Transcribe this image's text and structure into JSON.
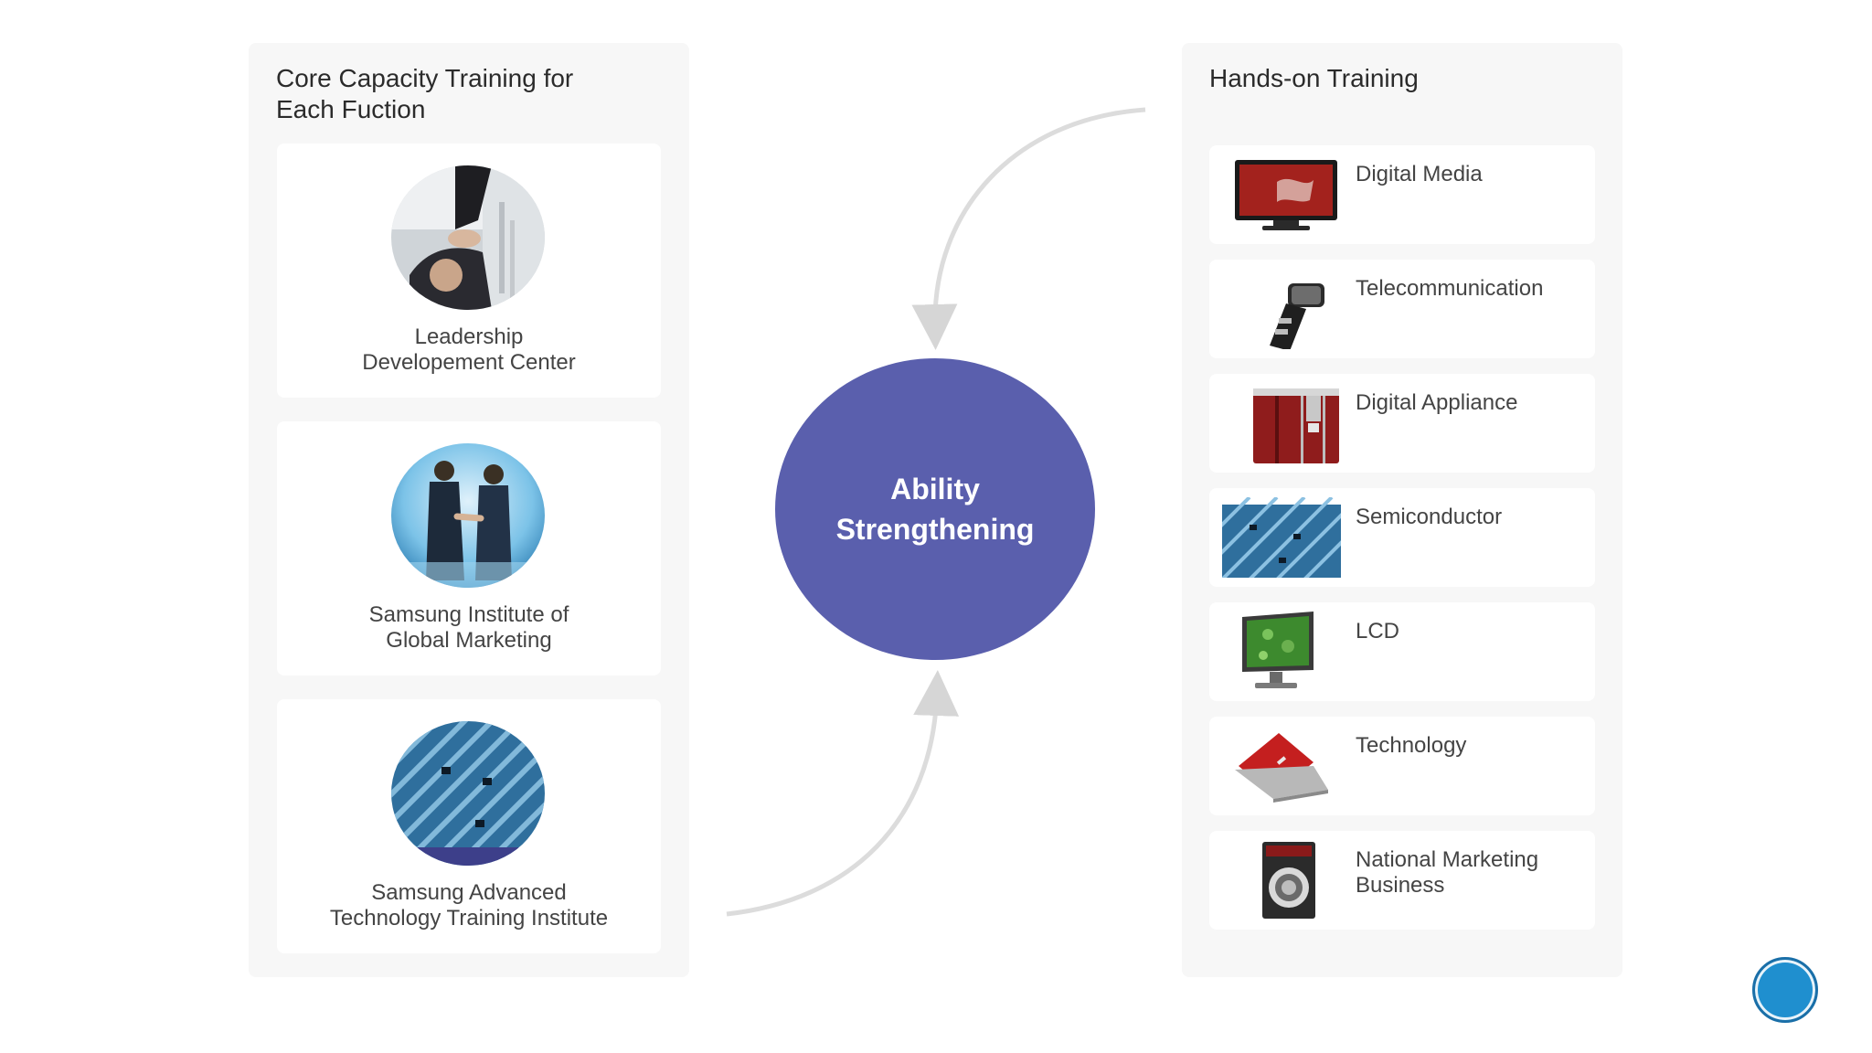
{
  "left_panel": {
    "title": "Core Capacity Training for\nEach Fuction",
    "cards": [
      {
        "label": "Leadership\nDevelopement Center",
        "icon": "handshake-photo"
      },
      {
        "label": "Samsung Institute of\nGlobal Marketing",
        "icon": "business-meeting-photo"
      },
      {
        "label": "Samsung Advanced\nTechnology Training Institute",
        "icon": "wafer-photo"
      }
    ]
  },
  "center": {
    "label": "Ability\nStrengthening",
    "color": "#5a5fad"
  },
  "right_panel": {
    "title": "Hands-on Training",
    "items": [
      {
        "label": "Digital Media",
        "icon": "tv-icon"
      },
      {
        "label": "Telecommunication",
        "icon": "phone-icon"
      },
      {
        "label": "Digital Appliance",
        "icon": "refrigerator-icon"
      },
      {
        "label": "Semiconductor",
        "icon": "wafer-icon"
      },
      {
        "label": "LCD",
        "icon": "monitor-icon"
      },
      {
        "label": "Technology",
        "icon": "laptop-icon"
      },
      {
        "label": "National Marketing\nBusiness",
        "icon": "washing-machine-icon"
      }
    ]
  },
  "colors": {
    "panel_bg": "#f7f7f7",
    "card_bg": "#ffffff",
    "arrow": "#d9d9d9",
    "accent": "#5a5fad",
    "nav_button": "#1f8fcf"
  }
}
